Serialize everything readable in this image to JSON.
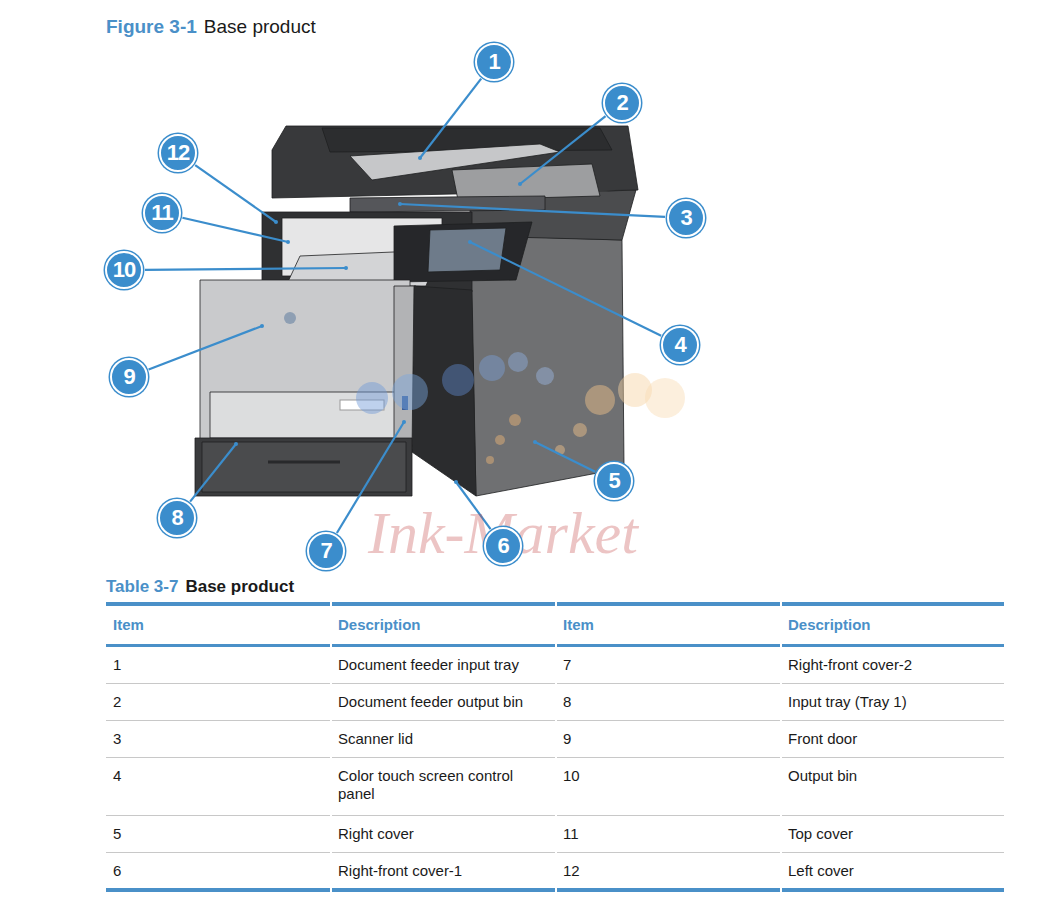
{
  "diagram": {
    "nodes": [
      {
        "text": [
          "1"
        ]
      },
      {
        "text": [
          "2"
        ]
      },
      {
        "text": [
          "3"
        ]
      },
      {
        "text": [
          "4"
        ]
      },
      {
        "text": [
          "5"
        ]
      },
      {
        "text": [
          "6"
        ]
      },
      {
        "text": [
          "7"
        ]
      },
      {
        "text": [
          "8"
        ]
      },
      {
        "text": [
          "9"
        ]
      },
      {
        "text": [
          "10"
        ]
      },
      {
        "text": [
          "11"
        ]
      },
      {
        "text": [
          "12"
        ]
      }
    ],
    "labels": [
      "Figure 3-1",
      "Base product",
      "Table 3-7",
      "Base product",
      "Item",
      "Description",
      "Item",
      "Description",
      "1",
      "Document feeder input tray",
      "7",
      "Right-front cover-2",
      "2",
      "Document feeder output bin",
      "8",
      "Input tray (Tray 1)",
      "3",
      "Scanner lid",
      "9",
      "Front door",
      "4",
      "Color touch screen control panel",
      "10",
      "Output bin",
      "5",
      "Right cover",
      "11",
      "Top cover",
      "6",
      "Right-front cover-1",
      "12",
      "Left cover",
      "Ink-Market"
    ]
  }
}
